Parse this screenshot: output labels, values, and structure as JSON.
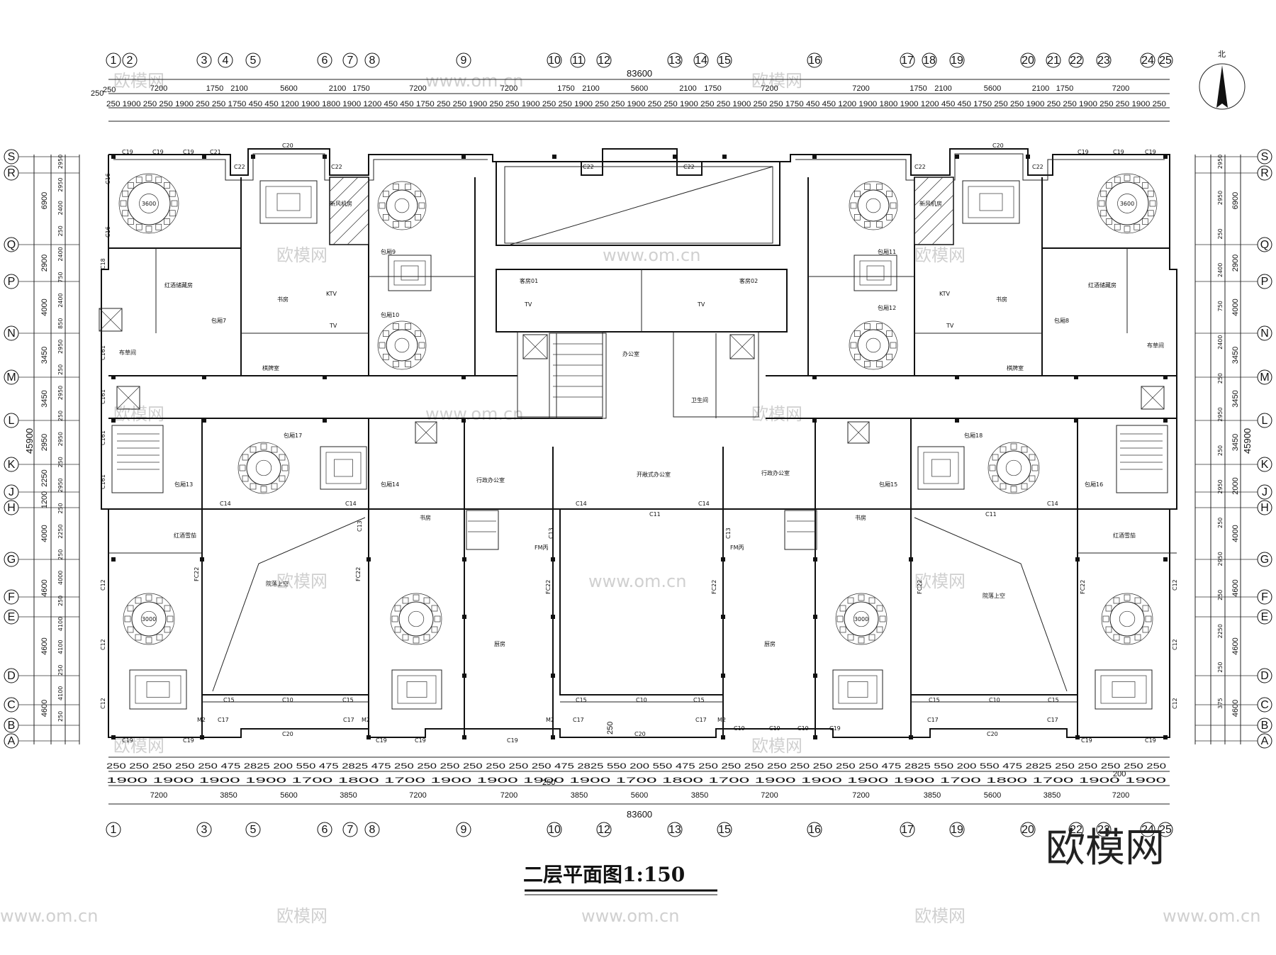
{
  "drawing": {
    "title": "二层平面图1:150",
    "north_label": "北",
    "brand_watermark": "欧模网",
    "watermark_text": "欧模网",
    "watermark_url": "www.om.cn"
  },
  "grid": {
    "columns": [
      "1",
      "2",
      "3",
      "4",
      "5",
      "6",
      "7",
      "8",
      "9",
      "10",
      "11",
      "12",
      "13",
      "14",
      "15",
      "16",
      "17",
      "18",
      "19",
      "20",
      "21",
      "22",
      "23",
      "24",
      "25"
    ],
    "bottom_columns": [
      "1",
      "3",
      "5",
      "6",
      "7",
      "8",
      "9",
      "10",
      "12",
      "13",
      "15",
      "16",
      "17",
      "19",
      "20",
      "22",
      "23",
      "24",
      "25"
    ],
    "rows": [
      "S",
      "R",
      "Q",
      "P",
      "N",
      "M",
      "L",
      "K",
      "J",
      "H",
      "G",
      "F",
      "E",
      "D",
      "C",
      "B",
      "A"
    ]
  },
  "dimensions": {
    "top_total": "83600",
    "bottom_total": "83600",
    "left_total": "45900",
    "right_total": "45900",
    "top_mid": [
      "7200",
      "1750",
      "2100",
      "5600",
      "2100",
      "1750",
      "7200",
      "7200",
      "1750",
      "2100",
      "5600",
      "2100",
      "1750",
      "7200",
      "7200",
      "1750",
      "2100",
      "5600",
      "2100",
      "1750",
      "7200"
    ],
    "top_fine": "250 1900 250 250 1900 250 250 1750 450 450 1200 1900 1800 1900 1200 450 450 1750 250 250 1900 250 250 1900 250 250 1900 250 250 1900 250 250 1900 250 250 1900 250 250 1750 450 450 1200 1900 1800 1900 1200 450 450 1750 250 250 1900 250 250 1900 250 250 1900 250",
    "bottom_mid": [
      "7200",
      "3850",
      "5600",
      "3850",
      "7200",
      "7200",
      "3850",
      "5600",
      "3850",
      "7200",
      "7200",
      "3850",
      "5600",
      "3850",
      "7200"
    ],
    "bottom_fine": "250 250 250 250 250 475 2825 200 550 475 2825 475 250 250 250 250 250 250 250 475 2825 550 200 550 475 250 250 250 250 250 250 250 250 475 2825 550 200 550 475 2825 250 250 250 250 250",
    "bottom_row2": "1900 1900 1900 1900 1700 1800 1700 1900 1900 1900 1900 1700 1800 1700 1900 1900 1900 1900 1700 1800 1700 1900 1900",
    "left_mid": [
      "6900",
      "2900",
      "4000",
      "3450",
      "3450",
      "2950",
      "2250",
      "1200",
      "4000",
      "4600",
      "4600",
      "4600"
    ],
    "left_fine": [
      "2950",
      "2950",
      "2400",
      "250",
      "2400",
      "750",
      "2400",
      "850",
      "2950",
      "250",
      "2950",
      "250",
      "2950",
      "250",
      "2950",
      "250",
      "2250",
      "250",
      "4000",
      "250",
      "4100",
      "4100",
      "250",
      "4100",
      "250"
    ],
    "right_mid": [
      "6900",
      "2900",
      "4000",
      "3450",
      "3450",
      "3450",
      "2000",
      "4000",
      "4600",
      "4600",
      "4600"
    ],
    "right_fine": [
      "2950",
      "2950",
      "250",
      "2400",
      "750",
      "2400",
      "250",
      "2950",
      "250",
      "2950",
      "250",
      "2950",
      "250",
      "2250",
      "250",
      "375"
    ],
    "misc_top": [
      "250",
      "250"
    ],
    "misc_bottom": [
      "250",
      "200",
      "250"
    ]
  },
  "rooms": {
    "b7": "包厢7",
    "b8": "包厢8",
    "b9": "包厢9",
    "b10": "包厢10",
    "b11": "包厢11",
    "b12": "包厢12",
    "b13": "包厢13",
    "b14": "包厢14",
    "b15": "包厢15",
    "b16": "包厢16",
    "b17": "包厢17",
    "b18": "包厢18",
    "fresh_air": "新风机房",
    "ktv": "KTV",
    "study": "书房",
    "chess": "棋牌室",
    "linen": "布草间",
    "wine": "红酒储藏房",
    "wine2": "红酒雪茄",
    "guest01": "客房01",
    "guest02": "客房02",
    "office": "办公室",
    "wc": "卫生间",
    "admin_office": "行政办公室",
    "open_office": "开敞式办公室",
    "courtyard_void": "院落上空",
    "kitchen": "厨房",
    "tv": "TV",
    "table_3600": "3600",
    "table_3000": "3000"
  },
  "tags": {
    "c19": "C19",
    "c20": "C20",
    "c21": "C21",
    "c22": "C22",
    "c16": "C16",
    "c18": "C18",
    "c161": "C161",
    "c14": "C14",
    "c15": "C15",
    "c10": "C10",
    "c11": "C11",
    "c12": "C12",
    "c13": "C13",
    "c17": "C17",
    "fc22": "FC22",
    "fm": "FM丙",
    "m2": "M2"
  }
}
